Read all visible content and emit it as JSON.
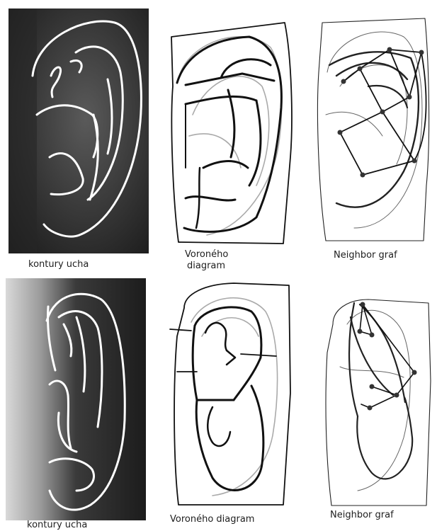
{
  "row1": {
    "caption_contours": "kontury ucha",
    "caption_voronoi_line1": "Voroného",
    "caption_voronoi_line2": "diagram",
    "caption_graph": "Neighbor graf"
  },
  "row2": {
    "caption_contours": "kontury ucha",
    "caption_voronoi": "Voroného diagram",
    "caption_graph": "Neighbor graf"
  },
  "colors": {
    "photo_dark": "#2a2a2a",
    "contour": "#ffffff",
    "voronoi_edge": "#111111",
    "ear_outline_gray": "#a8a8a8"
  }
}
